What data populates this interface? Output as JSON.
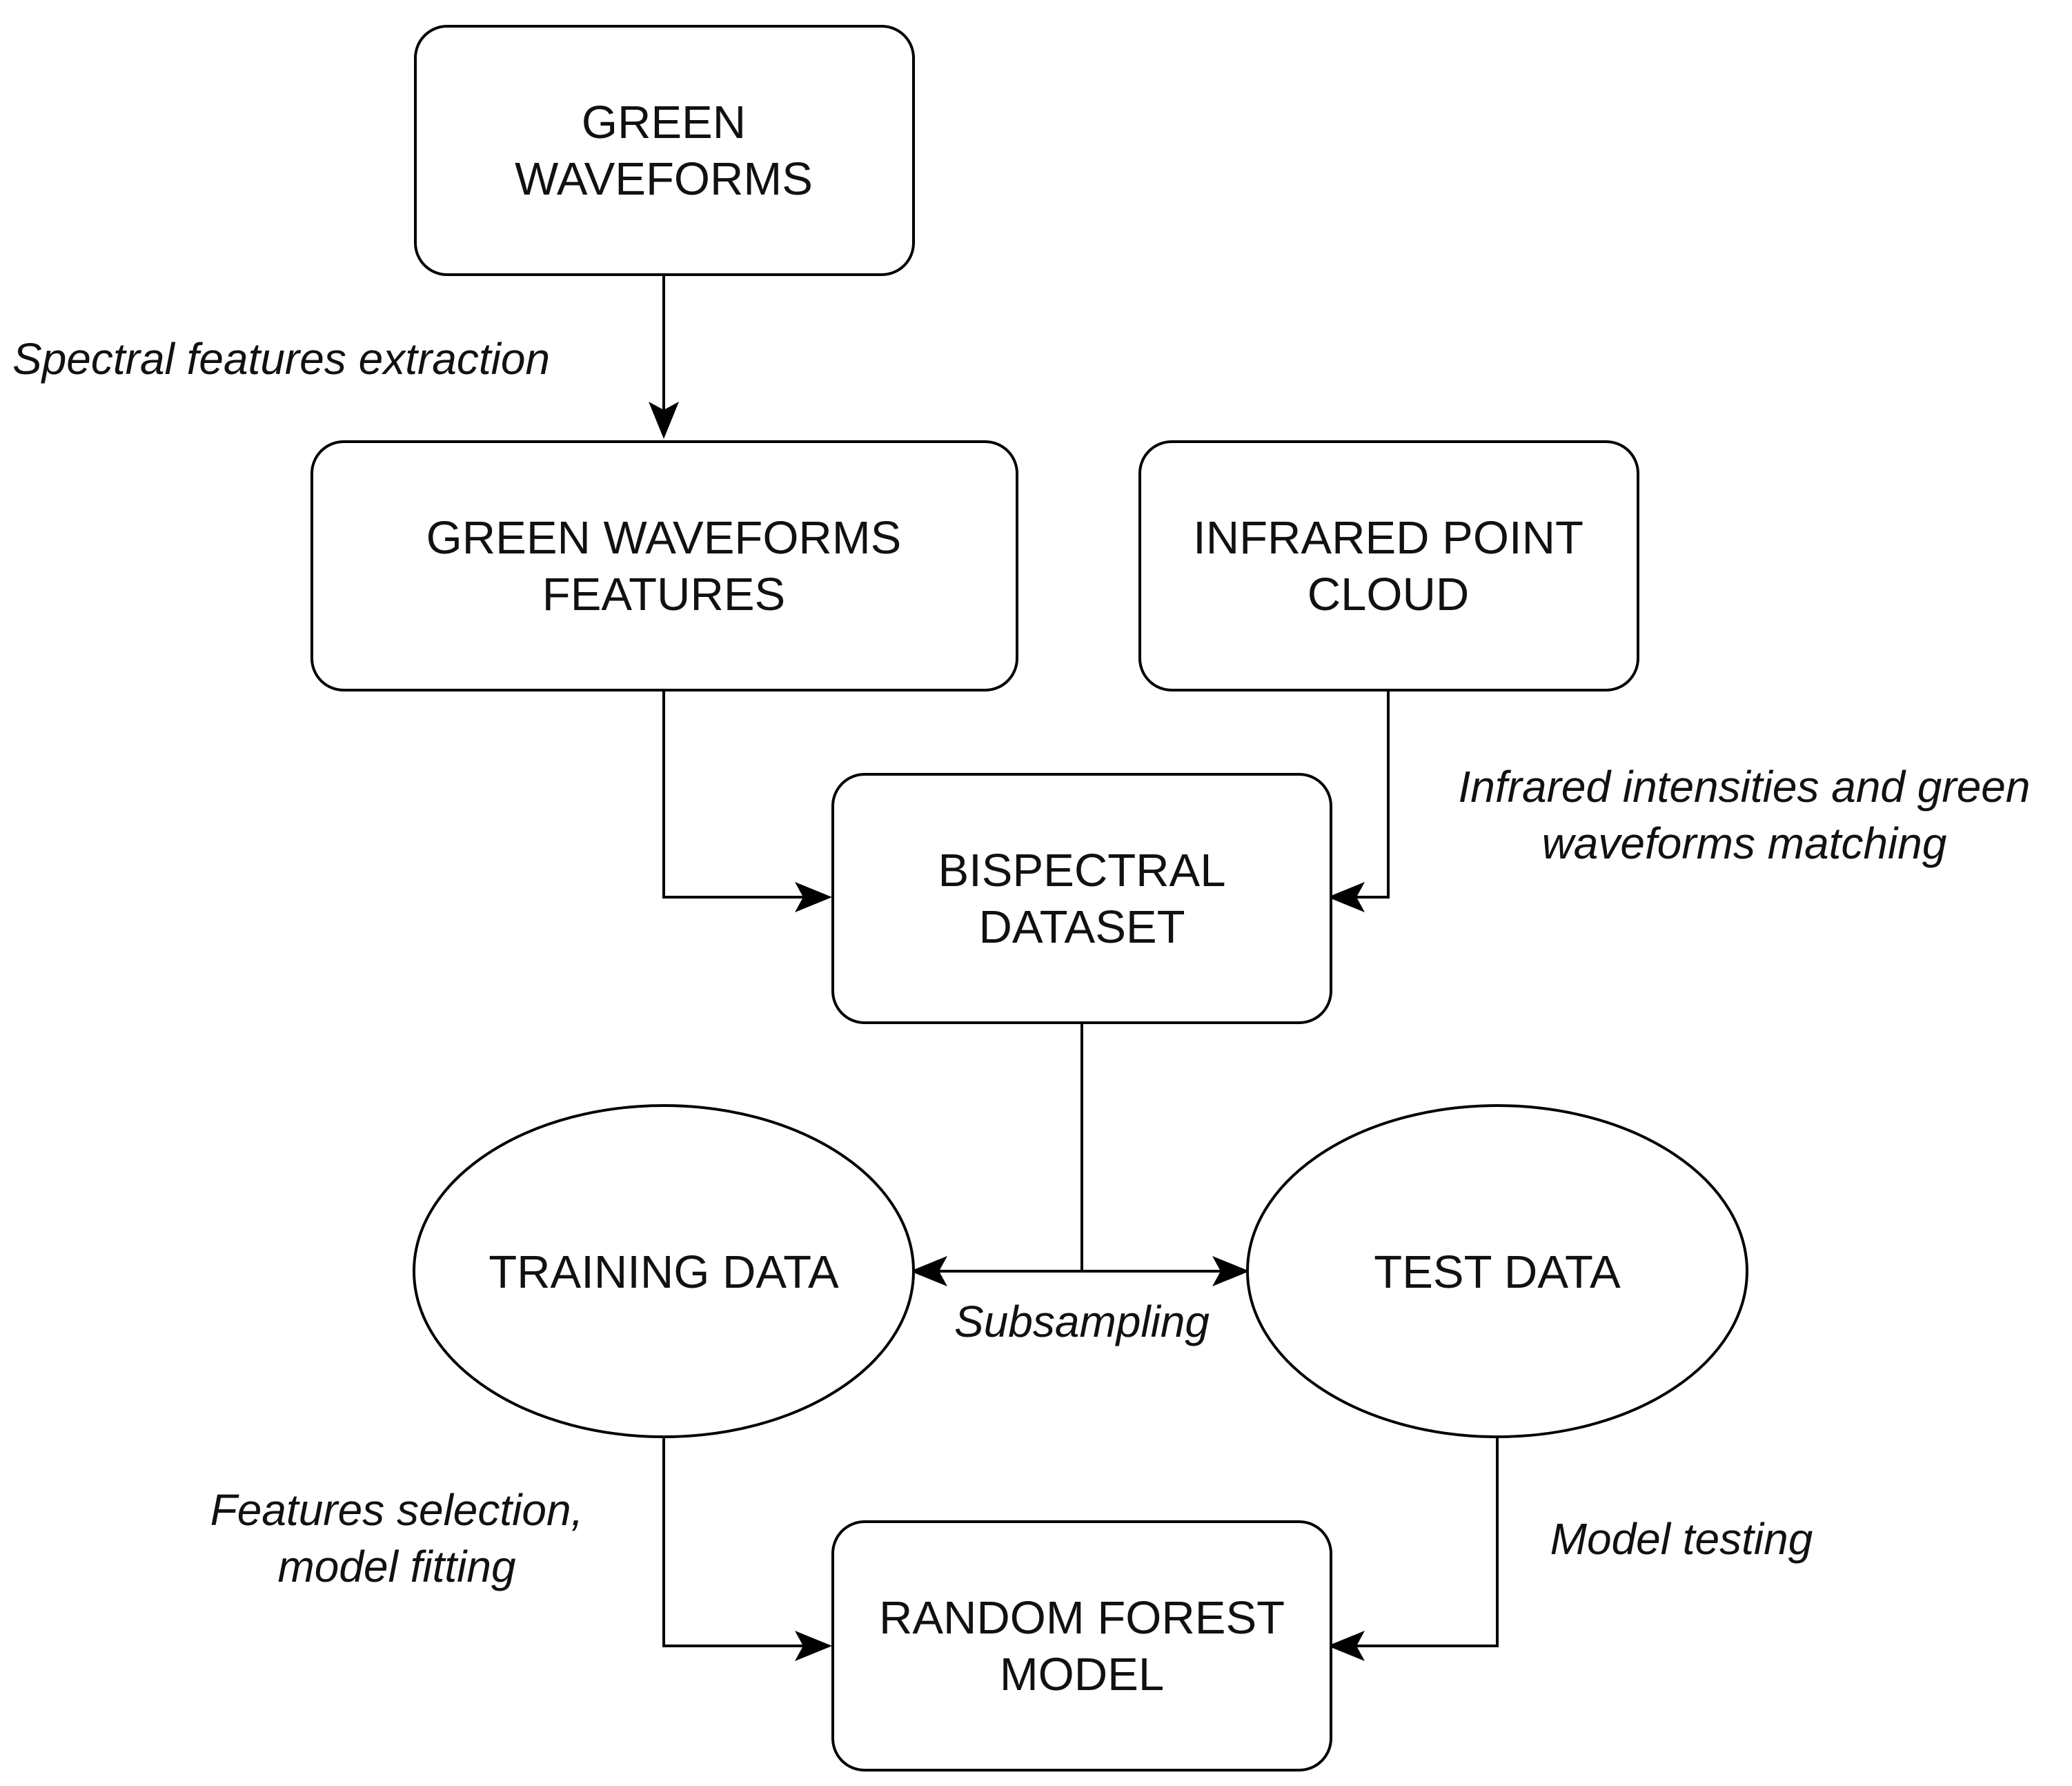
{
  "nodes": {
    "green_waveforms": {
      "line1": "GREEN",
      "line2": "WAVEFORMS"
    },
    "green_waveforms_features": {
      "line1": "GREEN WAVEFORMS",
      "line2": "FEATURES"
    },
    "infrared_point_cloud": {
      "line1": "INFRARED POINT",
      "line2": "CLOUD"
    },
    "bispectral_dataset": {
      "line1": "BISPECTRAL",
      "line2": "DATASET"
    },
    "training_data": {
      "label": "TRAINING DATA"
    },
    "test_data": {
      "label": "TEST DATA"
    },
    "random_forest_model": {
      "line1": "RANDOM FOREST",
      "line2": "MODEL"
    }
  },
  "edges": {
    "spectral_extraction": "Spectral features extraction",
    "matching_line1": "Infrared intensities and green",
    "matching_line2": "waveforms matching",
    "subsampling": "Subsampling",
    "fitting_line1": "Features selection,",
    "fitting_line2": "model fitting",
    "testing": "Model testing"
  },
  "colors": {
    "stroke": "#000000",
    "text": "#111111",
    "background": "#ffffff"
  }
}
